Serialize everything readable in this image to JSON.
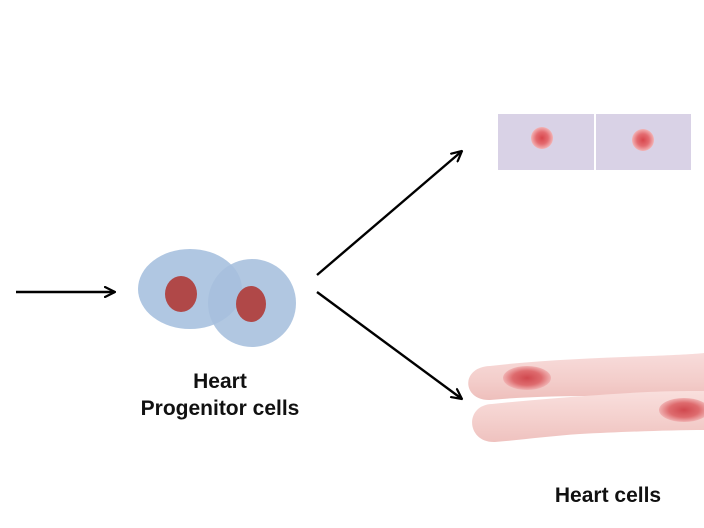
{
  "labels": {
    "progenitor_line1": "Heart",
    "progenitor_line2": "Progenitor cells",
    "heart_cells": "Heart cells"
  },
  "colors": {
    "progenitor_cell": "#a9c2df",
    "progenitor_nucleus": "#b04848",
    "endothelial_cell": "#d9d2e6",
    "endothelial_nucleus": "#e06565",
    "muscle_cell": "#f5d4d2",
    "muscle_nucleus": "#d9605f",
    "arrow": "#000000"
  }
}
